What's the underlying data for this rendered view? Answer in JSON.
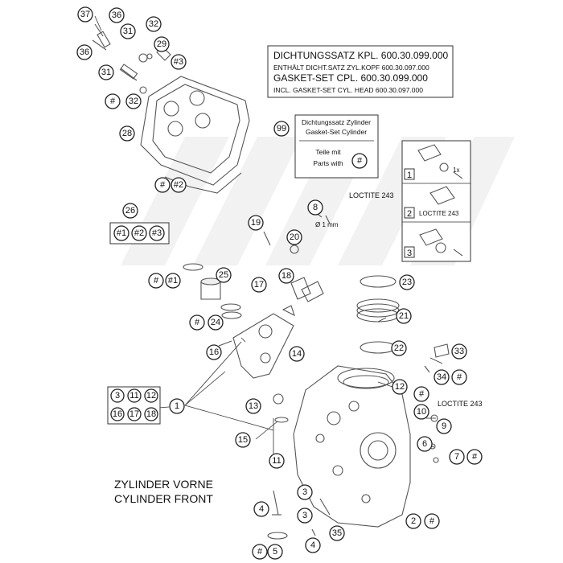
{
  "gasket_box": {
    "line1": "DICHTUNGSSATZ KPL.   600.30.099.000",
    "line2": "ENTHÄLT DICHT.SATZ ZYL.KOPF 600.30.097.000",
    "line3": "GASKET-SET CPL.          600.30.099.000",
    "line4": "INCL. GASKET-SET CYL. HEAD 600.30.097.000"
  },
  "cyl_box": {
    "line1": "Dichtungssatz Zylinder",
    "line2": "Gasket-Set Cylinder",
    "line3": "Teile mit",
    "line4": "Parts with",
    "hash": "#"
  },
  "set99": "99",
  "loctite_label": "LOCTITE 243",
  "oring_dim": "Ø 1 mm",
  "title": {
    "de": "ZYLINDER VORNE",
    "en": "CYLINDER FRONT"
  },
  "steps": {
    "s1": "1",
    "s2": "2",
    "s3": "3",
    "loctite": "LOCTITE 243",
    "once": "1x"
  },
  "group26": {
    "label": "26",
    "items": [
      "#1",
      "#2",
      "#3"
    ]
  },
  "group1": {
    "items": [
      "3",
      "11",
      "12",
      "16",
      "17",
      "18"
    ]
  },
  "callouts": [
    {
      "label": "37"
    },
    {
      "label": "36"
    },
    {
      "label": "31"
    },
    {
      "label": "32"
    },
    {
      "label": "29"
    },
    {
      "label": "#3"
    },
    {
      "label": "36"
    },
    {
      "label": "31"
    },
    {
      "label": "#"
    },
    {
      "label": "32"
    },
    {
      "label": "28"
    },
    {
      "label": "#"
    },
    {
      "label": "#2"
    },
    {
      "label": "8"
    },
    {
      "label": "19"
    },
    {
      "label": "20"
    },
    {
      "label": "#"
    },
    {
      "label": "#1"
    },
    {
      "label": "25"
    },
    {
      "label": "17"
    },
    {
      "label": "18"
    },
    {
      "label": "23"
    },
    {
      "label": "#"
    },
    {
      "label": "24"
    },
    {
      "label": "21"
    },
    {
      "label": "22"
    },
    {
      "label": "16"
    },
    {
      "label": "14"
    },
    {
      "label": "33"
    },
    {
      "label": "34"
    },
    {
      "label": "#"
    },
    {
      "label": "12"
    },
    {
      "label": "1"
    },
    {
      "label": "13"
    },
    {
      "label": "#"
    },
    {
      "label": "10"
    },
    {
      "label": "9"
    },
    {
      "label": "15"
    },
    {
      "label": "6"
    },
    {
      "label": "7"
    },
    {
      "label": "#"
    },
    {
      "label": "11"
    },
    {
      "label": "3"
    },
    {
      "label": "3"
    },
    {
      "label": "4"
    },
    {
      "label": "2"
    },
    {
      "label": "#"
    },
    {
      "label": "4"
    },
    {
      "label": "35"
    },
    {
      "label": "#"
    },
    {
      "label": "5"
    }
  ]
}
